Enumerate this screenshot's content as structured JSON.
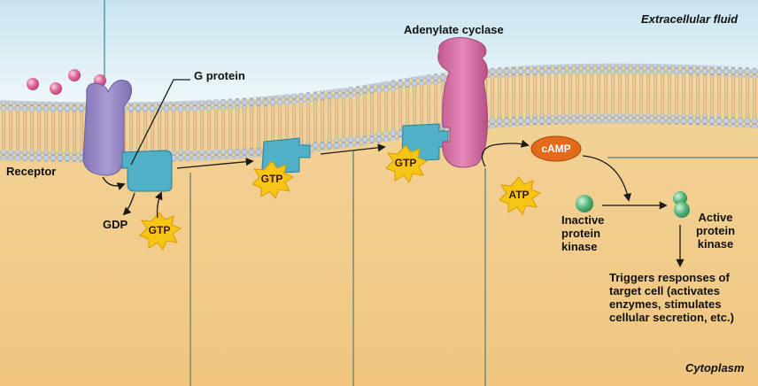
{
  "regions": {
    "extracellular": "Extracellular fluid",
    "cytoplasm": "Cytoplasm"
  },
  "labels": {
    "receptor": "Receptor",
    "g_protein": "G protein",
    "adenylate_cyclase": "Adenylate cyclase",
    "gdp": "GDP",
    "gtp": "GTP",
    "atp": "ATP",
    "camp": "cAMP",
    "inactive_kinase": "Inactive\nprotein\nkinase",
    "active_kinase": "Active\nprotein\nkinase",
    "response": "Triggers responses of\ntarget cell (activates\nenzymes, stimulates\ncellular secretion, etc.)"
  },
  "colors": {
    "extracellular": "#dbeef5",
    "cytoplasm": "#f5cf8c",
    "membrane_head": "#b8c6d6",
    "receptor": "#9a8bc4",
    "g_protein": "#4fb0c8",
    "adenylate_cyclase": "#d46ea3",
    "hormone": "#e06c9a",
    "starburst": "#f7c515",
    "camp": "#e46a1c",
    "kinase": "#59b87e",
    "divider": "#1f6f8b"
  }
}
